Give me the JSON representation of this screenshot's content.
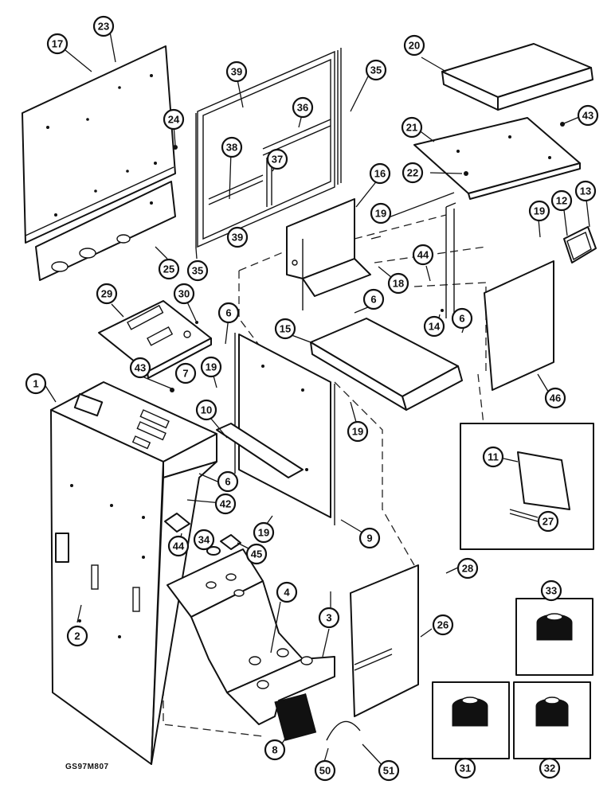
{
  "figure_code": "GS97M807",
  "callouts": [
    "1",
    "2",
    "3",
    "4",
    "6",
    "6",
    "6",
    "6",
    "7",
    "8",
    "9",
    "10",
    "11",
    "12",
    "13",
    "14",
    "15",
    "16",
    "17",
    "18",
    "19",
    "19",
    "19",
    "19",
    "19",
    "20",
    "21",
    "22",
    "23",
    "24",
    "25",
    "26",
    "27",
    "28",
    "29",
    "30",
    "31",
    "32",
    "33",
    "34",
    "35",
    "35",
    "36",
    "37",
    "38",
    "39",
    "39",
    "42",
    "43",
    "43",
    "44",
    "44",
    "45",
    "46",
    "50",
    "51"
  ]
}
